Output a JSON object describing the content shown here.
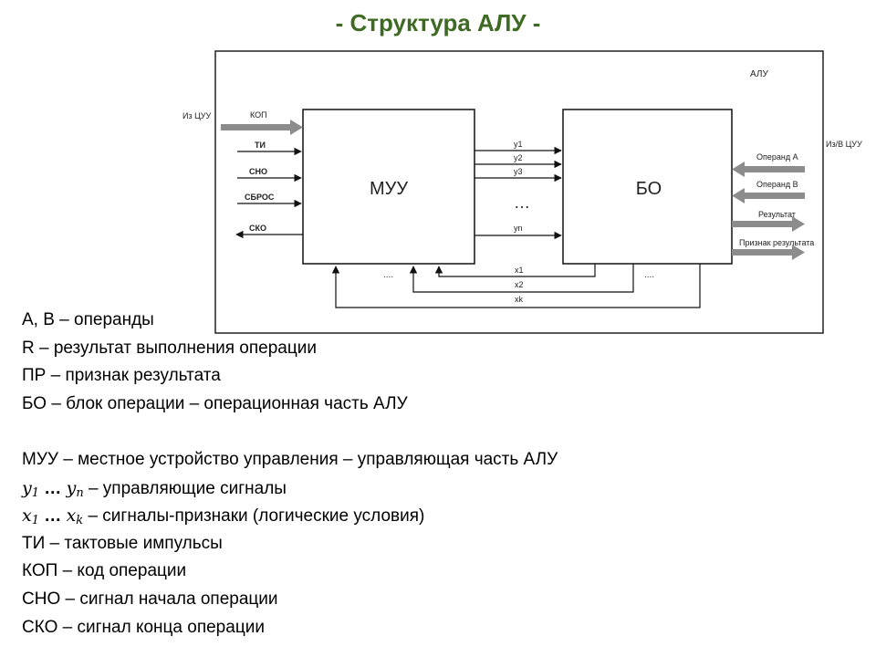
{
  "title": "- Структура АЛУ -",
  "diagram": {
    "alu_label": "АЛУ",
    "muu_label": "МУУ",
    "bo_label": "БО",
    "from_cuu": "Из ЦУУ",
    "to_from_cuu": "Из/В ЦУУ",
    "kop": "КОП",
    "ti": "ТИ",
    "sno": "СНО",
    "sbros": "СБРОС",
    "sko": "СКО",
    "y1": "y1",
    "y2": "y2",
    "y3": "y3",
    "yn": "yn",
    "mid_ellipsis": "…",
    "operand_a": "Операнд А",
    "operand_b": "Операнд В",
    "result": "Результат",
    "result_flag": "Признак результата",
    "x1": "x1",
    "x2": "x2",
    "xk": "xk",
    "dots_left": "....",
    "dots_right": "...."
  },
  "legend": {
    "ab": "А, В – операнды",
    "r": "R – результат выполнения операции",
    "pr": "ПР – признак результата",
    "bo": "БО – блок операции – операционная часть АЛУ",
    "muu": "МУУ – местное устройство управления – управляющая часть АЛУ",
    "y_a": "y",
    "y_a_sub": "1",
    "y_sep": " … ",
    "y_b": "y",
    "y_b_sub": "n",
    "y_text": " – управляющие сигналы",
    "x_a": "x",
    "x_a_sub": "1",
    "x_sep": " … ",
    "x_b": "x",
    "x_b_sub": "k",
    "x_text": " – сигналы-признаки (логические условия)",
    "ti": "ТИ – тактовые импульсы",
    "kop": "КОП – код операции",
    "sno": "СНО – сигнал начала операции",
    "sko": "СКО – сигнал конца операции"
  },
  "colors": {
    "title": "#3f6a23",
    "arrow_gray": "#8c8c8c"
  }
}
